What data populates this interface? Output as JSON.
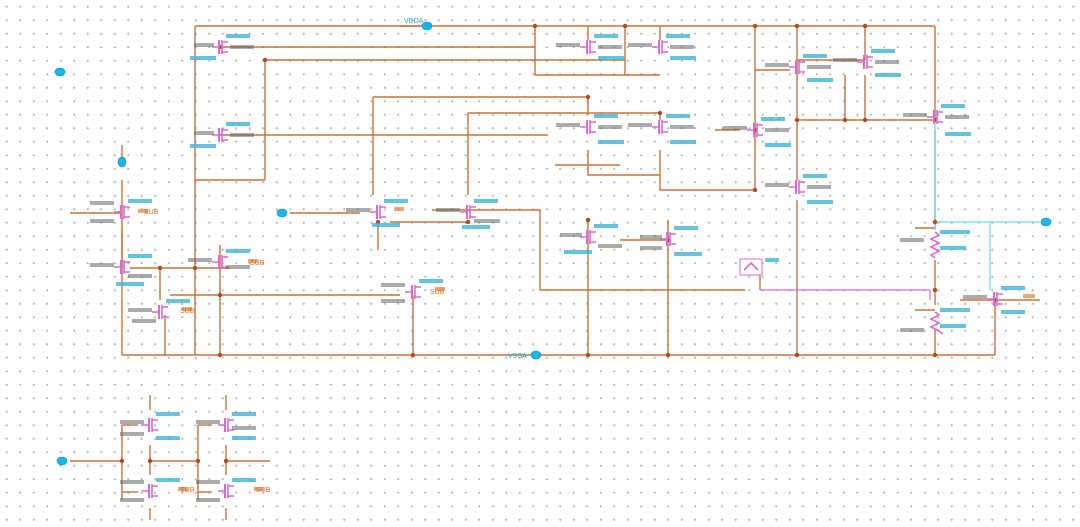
{
  "nets": {
    "vdda": "VDDA",
    "vssa": "VSSA",
    "sub": "SUB"
  },
  "colors": {
    "wire": "#c8733c",
    "device": "#d76bd1",
    "pin": "#19b7e8",
    "canvas_grid": "#b9b9b9"
  }
}
